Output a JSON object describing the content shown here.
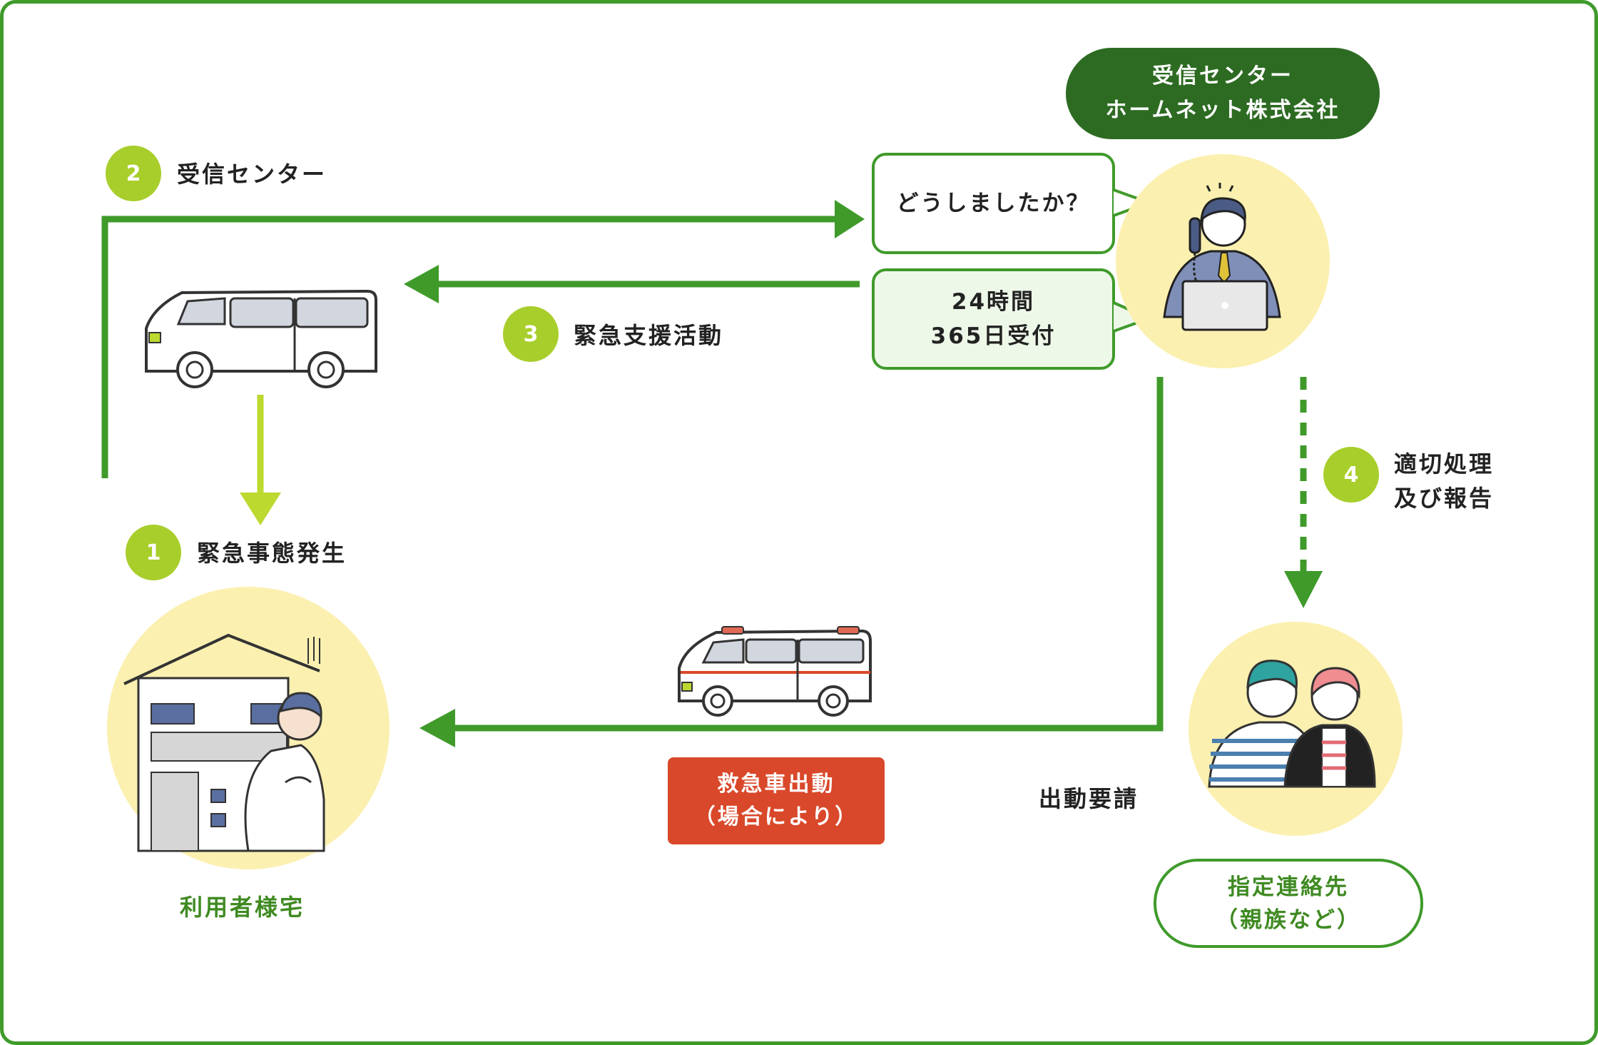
{
  "center_badge": {
    "line1": "受信センター",
    "line2": "ホームネット株式会社"
  },
  "steps": {
    "s1": {
      "num": "1",
      "label": "緊急事態発生"
    },
    "s2": {
      "num": "2",
      "label": "受信センター"
    },
    "s3": {
      "num": "3",
      "label": "緊急支援活動"
    },
    "s4": {
      "num": "4",
      "line1": "適切処理",
      "line2": "及び報告"
    }
  },
  "bubbles": {
    "question": "どうしましたか？",
    "hours_line1": "24時間",
    "hours_line2": "365日受付"
  },
  "ambulance_box": {
    "line1": "救急車出動",
    "line2": "（場合により）"
  },
  "dispatch_request": "出動要請",
  "home_label": "利用者様宅",
  "contact": {
    "line1": "指定連絡先",
    "line2": "（親族など）"
  },
  "colors": {
    "frame": "#3f9a2a",
    "arrow": "#3f9a2a",
    "accent": "#a8ce2b",
    "dark_green": "#2d6b22",
    "red": "#d9482a",
    "yellow": "#fbf0b0"
  }
}
